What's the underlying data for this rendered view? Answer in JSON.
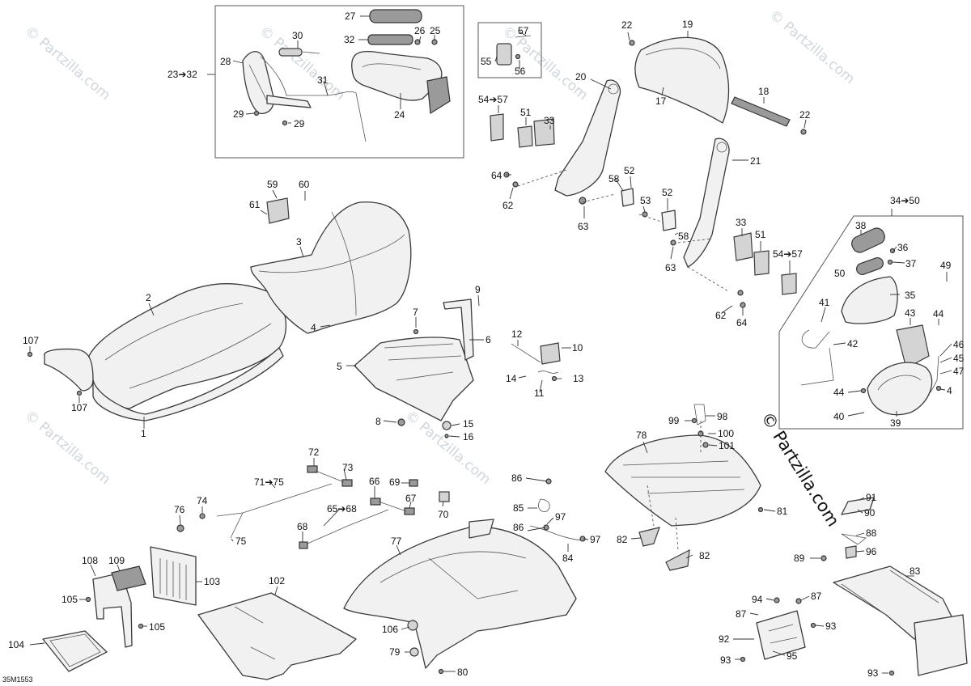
{
  "watermark": {
    "text": "© Partzilla.com"
  },
  "drawing_number": "35M1553",
  "callouts": [
    {
      "id": "c27",
      "text": "27"
    },
    {
      "id": "c30",
      "text": "30"
    },
    {
      "id": "c32a",
      "text": "32"
    },
    {
      "id": "c26",
      "text": "26"
    },
    {
      "id": "c25",
      "text": "25"
    },
    {
      "id": "c28",
      "text": "28"
    },
    {
      "id": "c2332",
      "text": "23➔32"
    },
    {
      "id": "c31",
      "text": "31"
    },
    {
      "id": "c24",
      "text": "24"
    },
    {
      "id": "c29a",
      "text": "29"
    },
    {
      "id": "c29b",
      "text": "29"
    },
    {
      "id": "c57a",
      "text": "57"
    },
    {
      "id": "c55",
      "text": "55"
    },
    {
      "id": "c56",
      "text": "56"
    },
    {
      "id": "c5457a",
      "text": "54➔57"
    },
    {
      "id": "c22a",
      "text": "22"
    },
    {
      "id": "c19",
      "text": "19"
    },
    {
      "id": "c20",
      "text": "20"
    },
    {
      "id": "c17",
      "text": "17"
    },
    {
      "id": "c18",
      "text": "18"
    },
    {
      "id": "c22b",
      "text": "22"
    },
    {
      "id": "c51a",
      "text": "51"
    },
    {
      "id": "c33a",
      "text": "33"
    },
    {
      "id": "c21",
      "text": "21"
    },
    {
      "id": "c64a",
      "text": "64"
    },
    {
      "id": "c62a",
      "text": "62"
    },
    {
      "id": "c58a",
      "text": "58"
    },
    {
      "id": "c52a",
      "text": "52"
    },
    {
      "id": "c53",
      "text": "53"
    },
    {
      "id": "c52b",
      "text": "52"
    },
    {
      "id": "c63a",
      "text": "63"
    },
    {
      "id": "c58b",
      "text": "58"
    },
    {
      "id": "c33b",
      "text": "33"
    },
    {
      "id": "c51b",
      "text": "51"
    },
    {
      "id": "c5457b",
      "text": "54➔57"
    },
    {
      "id": "c63b",
      "text": "63"
    },
    {
      "id": "c62b",
      "text": "62"
    },
    {
      "id": "c64b",
      "text": "64"
    },
    {
      "id": "c59",
      "text": "59"
    },
    {
      "id": "c60",
      "text": "60"
    },
    {
      "id": "c61",
      "text": "61"
    },
    {
      "id": "c3",
      "text": "3"
    },
    {
      "id": "c2",
      "text": "2"
    },
    {
      "id": "c4a",
      "text": "4"
    },
    {
      "id": "c107a",
      "text": "107"
    },
    {
      "id": "c107b",
      "text": "107"
    },
    {
      "id": "c1",
      "text": "1"
    },
    {
      "id": "c9",
      "text": "9"
    },
    {
      "id": "c7",
      "text": "7"
    },
    {
      "id": "c6",
      "text": "6"
    },
    {
      "id": "c5",
      "text": "5"
    },
    {
      "id": "c12",
      "text": "12"
    },
    {
      "id": "c10",
      "text": "10"
    },
    {
      "id": "c14",
      "text": "14"
    },
    {
      "id": "c13",
      "text": "13"
    },
    {
      "id": "c11",
      "text": "11"
    },
    {
      "id": "c8",
      "text": "8"
    },
    {
      "id": "c15",
      "text": "15"
    },
    {
      "id": "c16",
      "text": "16"
    },
    {
      "id": "c3450",
      "text": "34➔50"
    },
    {
      "id": "c38",
      "text": "38"
    },
    {
      "id": "c36",
      "text": "36"
    },
    {
      "id": "c37",
      "text": "37"
    },
    {
      "id": "c50",
      "text": "50"
    },
    {
      "id": "c49",
      "text": "49"
    },
    {
      "id": "c35",
      "text": "35"
    },
    {
      "id": "c41",
      "text": "41"
    },
    {
      "id": "c43",
      "text": "43"
    },
    {
      "id": "c44a",
      "text": "44"
    },
    {
      "id": "c42",
      "text": "42"
    },
    {
      "id": "c46",
      "text": "46"
    },
    {
      "id": "c45",
      "text": "45"
    },
    {
      "id": "c47",
      "text": "47"
    },
    {
      "id": "c44b",
      "text": "44"
    },
    {
      "id": "c4b",
      "text": "4"
    },
    {
      "id": "c40",
      "text": "40"
    },
    {
      "id": "c39",
      "text": "39"
    },
    {
      "id": "c98",
      "text": "98"
    },
    {
      "id": "c99",
      "text": "99"
    },
    {
      "id": "c100",
      "text": "100"
    },
    {
      "id": "c101",
      "text": "101"
    },
    {
      "id": "c78",
      "text": "78"
    },
    {
      "id": "c81",
      "text": "81"
    },
    {
      "id": "c82a",
      "text": "82"
    },
    {
      "id": "c82b",
      "text": "82"
    },
    {
      "id": "c91",
      "text": "91"
    },
    {
      "id": "c90",
      "text": "90"
    },
    {
      "id": "c88",
      "text": "88"
    },
    {
      "id": "c89",
      "text": "89"
    },
    {
      "id": "c96",
      "text": "96"
    },
    {
      "id": "c83",
      "text": "83"
    },
    {
      "id": "c94",
      "text": "94"
    },
    {
      "id": "c87a",
      "text": "87"
    },
    {
      "id": "c87b",
      "text": "87"
    },
    {
      "id": "c93a",
      "text": "93"
    },
    {
      "id": "c92",
      "text": "92"
    },
    {
      "id": "c95",
      "text": "95"
    },
    {
      "id": "c93b",
      "text": "93"
    },
    {
      "id": "c93c",
      "text": "93"
    },
    {
      "id": "c72",
      "text": "72"
    },
    {
      "id": "c73",
      "text": "73"
    },
    {
      "id": "c7175",
      "text": "71➔75"
    },
    {
      "id": "c66",
      "text": "66"
    },
    {
      "id": "c69",
      "text": "69"
    },
    {
      "id": "c67",
      "text": "67"
    },
    {
      "id": "c6568",
      "text": "65➔68"
    },
    {
      "id": "c70",
      "text": "70"
    },
    {
      "id": "c76",
      "text": "76"
    },
    {
      "id": "c74",
      "text": "74"
    },
    {
      "id": "c75",
      "text": "75"
    },
    {
      "id": "c68",
      "text": "68"
    },
    {
      "id": "c86a",
      "text": "86"
    },
    {
      "id": "c85",
      "text": "85"
    },
    {
      "id": "c97a",
      "text": "97"
    },
    {
      "id": "c86b",
      "text": "86"
    },
    {
      "id": "c97b",
      "text": "97"
    },
    {
      "id": "c84",
      "text": "84"
    },
    {
      "id": "c77",
      "text": "77"
    },
    {
      "id": "c108",
      "text": "108"
    },
    {
      "id": "c109",
      "text": "109"
    },
    {
      "id": "c103",
      "text": "103"
    },
    {
      "id": "c105a",
      "text": "105"
    },
    {
      "id": "c105b",
      "text": "105"
    },
    {
      "id": "c104",
      "text": "104"
    },
    {
      "id": "c102",
      "text": "102"
    },
    {
      "id": "c106",
      "text": "106"
    },
    {
      "id": "c79",
      "text": "79"
    },
    {
      "id": "c80",
      "text": "80"
    }
  ]
}
